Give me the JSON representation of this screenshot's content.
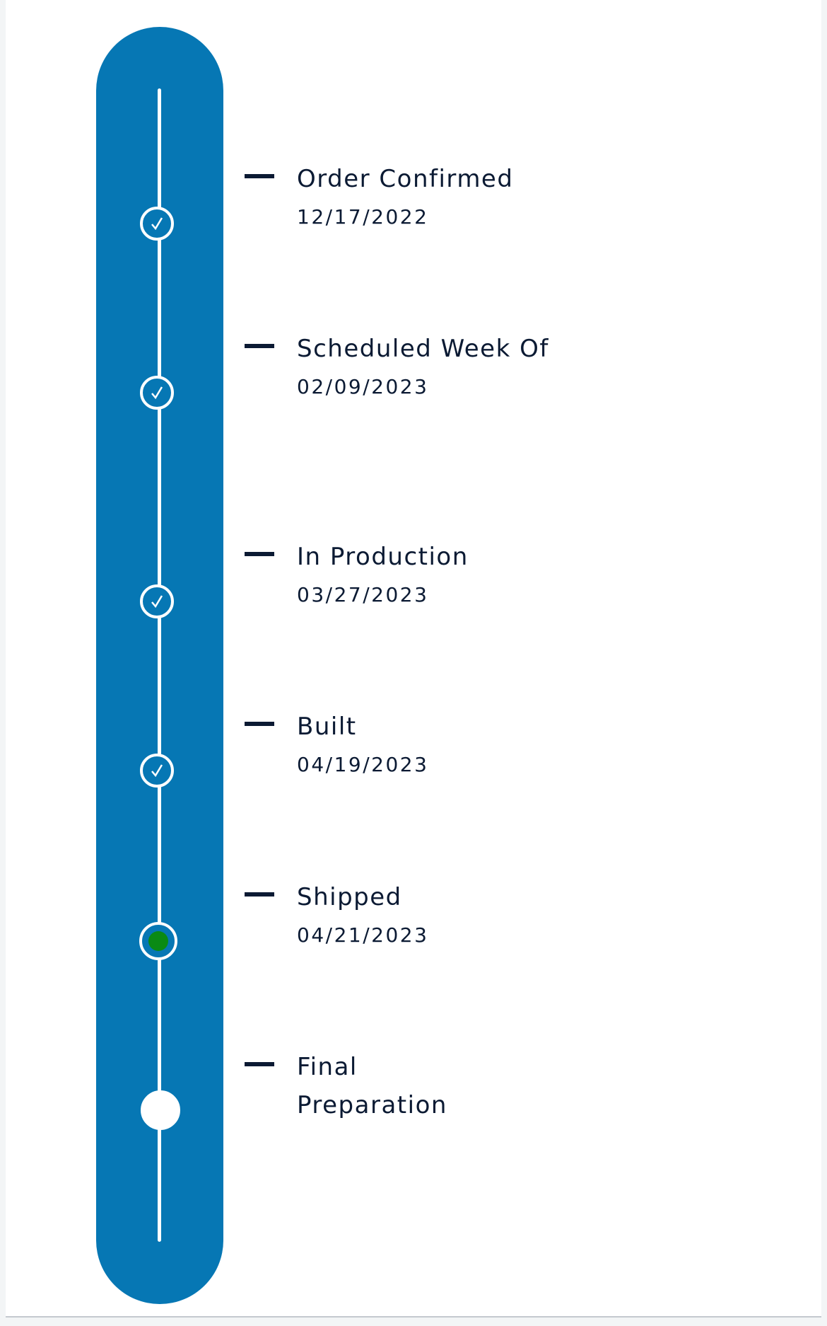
{
  "colors": {
    "rail": "#0677b4",
    "text": "#0b1a33",
    "current": "#0a8a14"
  },
  "steps": [
    {
      "title": "Order Confirmed",
      "date": "12/17/2022",
      "status": "complete",
      "icon": "check-icon"
    },
    {
      "title": "Scheduled Week Of",
      "date": "02/09/2023",
      "status": "complete",
      "icon": "check-icon"
    },
    {
      "title": "In Production",
      "date": "03/27/2023",
      "status": "complete",
      "icon": "check-icon"
    },
    {
      "title": "Built",
      "date": "04/19/2023",
      "status": "complete",
      "icon": "check-icon"
    },
    {
      "title": "Shipped",
      "date": "04/21/2023",
      "status": "current",
      "icon": "current-dot-icon"
    },
    {
      "title": "Final Preparation",
      "status": "pending",
      "icon": "pending-circle-icon"
    }
  ]
}
